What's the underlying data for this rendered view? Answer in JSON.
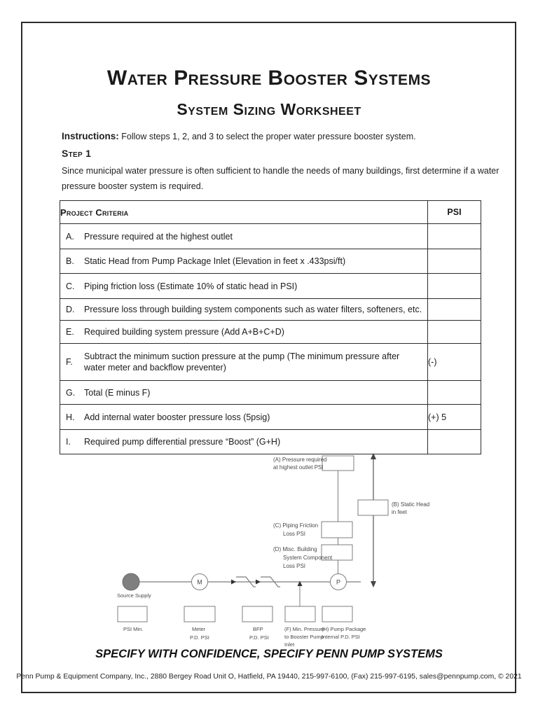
{
  "page": {
    "title": "Water Pressure Booster Systems",
    "subtitle": "System Sizing Worksheet",
    "instructions_label": "Instructions:",
    "instructions_text": " Follow steps 1, 2, and 3 to select the proper water pressure booster system.",
    "step_heading": "Step 1",
    "step_text": "Since municipal water pressure is often sufficient to handle the needs of many buildings, first determine if a water pressure booster system is required.",
    "tagline": "SPECIFY WITH CONFIDENCE, SPECIFY PENN PUMP SYSTEMS",
    "footer": "Penn Pump & Equipment Company, Inc., 2880 Bergey Road Unit O, Hatfield, PA 19440, 215-997-6100, (Fax) 215-997-6195, sales@pennpump.com, © 2021"
  },
  "table": {
    "headers": {
      "criteria": "Project Criteria",
      "psi": "PSI"
    },
    "rows": [
      {
        "letter": "A.",
        "text": "Pressure required at the highest outlet",
        "psi": ""
      },
      {
        "letter": "B.",
        "text": "Static Head from Pump Package Inlet (Elevation in feet x .433psi/ft)",
        "psi": ""
      },
      {
        "letter": "C.",
        "text": "Piping friction loss (Estimate 10% of static head in PSI)",
        "psi": ""
      },
      {
        "letter": "D.",
        "text": "Pressure loss through building system components such as water filters, softeners, etc.",
        "psi": ""
      },
      {
        "letter": "E.",
        "text": "Required building system pressure (Add  A+B+C+D)",
        "psi": ""
      },
      {
        "letter": "F.",
        "text": "Subtract the minimum suction pressure at the pump (The minimum pressure after water meter and backflow preventer)",
        "psi": "(-)"
      },
      {
        "letter": "G.",
        "text": "Total (E minus F)",
        "psi": ""
      },
      {
        "letter": "H.",
        "text": "Add internal water booster pressure loss (5psig)",
        "psi": "(+) 5"
      },
      {
        "letter": "I.",
        "text": "Required pump differential pressure “Boost” (G+H)",
        "psi": ""
      }
    ]
  },
  "diagram": {
    "source_label": "Source Supply",
    "meter_symbol": "M",
    "pump_symbol": "P",
    "labels": {
      "a": [
        "(A)  Pressure required",
        "at highest outlet PSI"
      ],
      "b": [
        "(B)  Static Head",
        "in feet"
      ],
      "c": [
        "(C)  Piping Friction",
        "Loss PSI"
      ],
      "d": [
        "(D)  Misc. Building",
        "System Component",
        "Loss PSI"
      ],
      "psi_min": [
        "PSI Min."
      ],
      "meter": [
        "Meter",
        "P.D. PSI"
      ],
      "bfp": [
        "BFP",
        "P.D. PSI"
      ],
      "f": [
        "(F)  Min. Pressure",
        "to Booster Pump",
        "Inlet"
      ],
      "h": [
        "(H)  Pump Package",
        "Internal P.D. PSI"
      ]
    }
  },
  "colors": {
    "page_border": "#2b2b2b",
    "table_border": "#2b2b2b",
    "diagram_line": "#7d7d7d",
    "source_fill": "#7f7f7f",
    "text": "#1f1f1f"
  }
}
